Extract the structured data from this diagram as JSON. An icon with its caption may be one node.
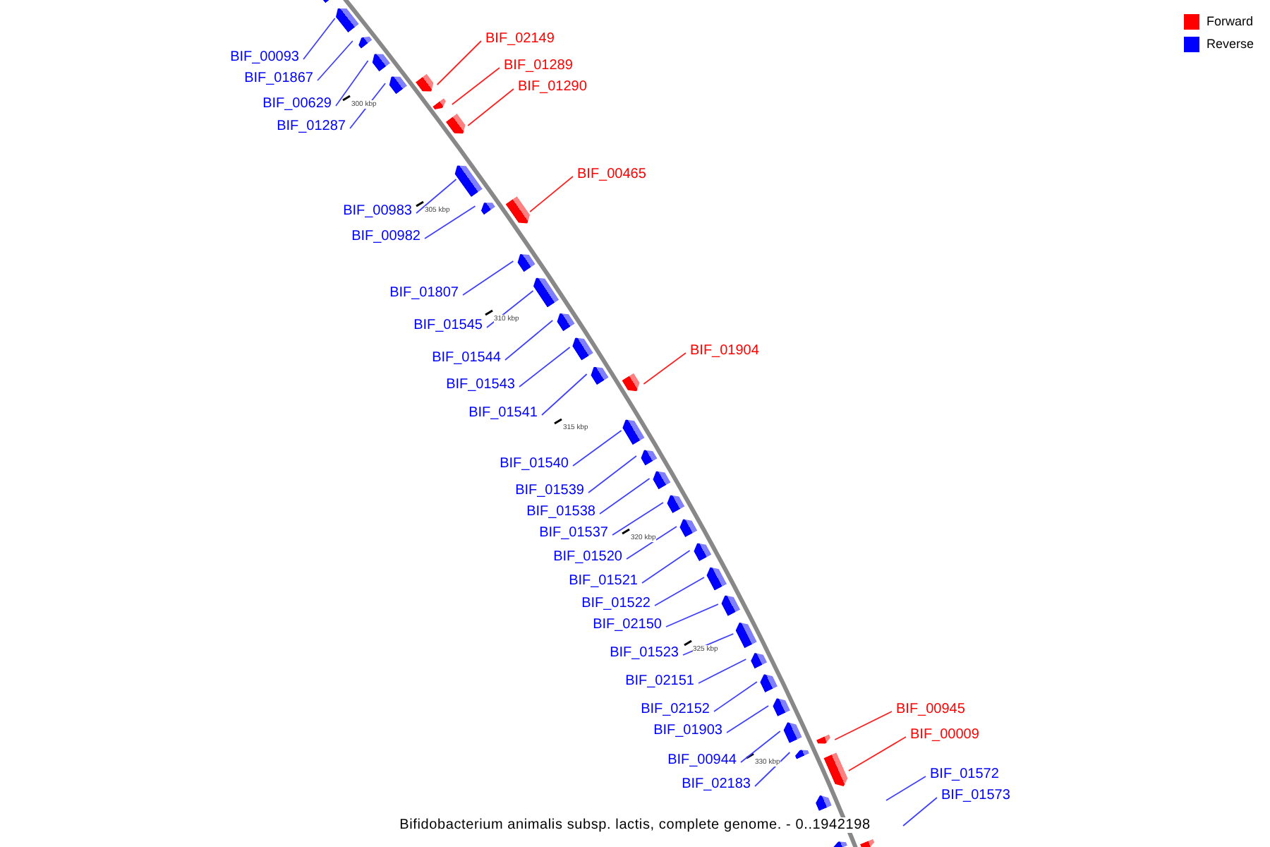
{
  "diagram": {
    "caption": "Bifidobacterium animalis subsp. lactis, complete genome. - 0..1942198",
    "nodes": [
      {
        "text": [
          "BIF_02149"
        ]
      },
      {
        "text": [],
        "shape": "bar"
      },
      {
        "text": [
          "BIF_00093"
        ]
      },
      {
        "text": [],
        "shape": "bar"
      },
      {
        "text": [
          "BIF_01289"
        ]
      },
      {
        "text": [],
        "shape": "bar"
      },
      {
        "text": [
          "BIF_01867"
        ]
      },
      {
        "text": [],
        "shape": "bar"
      },
      {
        "text": [
          "BIF_01290"
        ]
      },
      {
        "text": [],
        "shape": "bar"
      },
      {
        "text": [
          "BIF_00629"
        ]
      },
      {
        "text": [],
        "shape": "bar"
      },
      {
        "text": [
          "BIF_01287"
        ]
      },
      {
        "text": [],
        "shape": "bar"
      },
      {
        "text": [
          "BIF_00465"
        ]
      },
      {
        "text": [],
        "shape": "bar"
      },
      {
        "text": [
          "BIF_00983"
        ]
      },
      {
        "text": [],
        "shape": "bar"
      },
      {
        "text": [
          "BIF_00982"
        ]
      },
      {
        "text": [],
        "shape": "bar"
      },
      {
        "text": [
          "BIF_01807"
        ]
      },
      {
        "text": [],
        "shape": "bar"
      },
      {
        "text": [
          "BIF_01545"
        ]
      },
      {
        "text": [],
        "shape": "bar"
      },
      {
        "text": [
          "BIF_01904"
        ]
      },
      {
        "text": [],
        "shape": "bar"
      },
      {
        "text": [
          "BIF_01544"
        ]
      },
      {
        "text": [],
        "shape": "bar"
      },
      {
        "text": [
          "BIF_01543"
        ]
      },
      {
        "text": [],
        "shape": "bar"
      },
      {
        "text": [
          "BIF_01541"
        ]
      },
      {
        "text": [],
        "shape": "bar"
      },
      {
        "text": [
          "BIF_01540"
        ]
      },
      {
        "text": [],
        "shape": "bar"
      },
      {
        "text": [
          "BIF_01539"
        ]
      },
      {
        "text": [],
        "shape": "bar"
      },
      {
        "text": [
          "BIF_01538"
        ]
      },
      {
        "text": [],
        "shape": "bar"
      },
      {
        "text": [
          "BIF_01537"
        ]
      },
      {
        "text": [],
        "shape": "bar"
      },
      {
        "text": [
          "BIF_01520"
        ]
      },
      {
        "text": [],
        "shape": "bar"
      },
      {
        "text": [
          "BIF_01521"
        ]
      },
      {
        "text": [],
        "shape": "bar"
      },
      {
        "text": [
          "BIF_01522"
        ]
      },
      {
        "text": [],
        "shape": "bar"
      },
      {
        "text": [
          "BIF_02150"
        ]
      },
      {
        "text": [],
        "shape": "bar"
      },
      {
        "text": [
          "BIF_01523"
        ]
      },
      {
        "text": [],
        "shape": "bar"
      },
      {
        "text": [
          "BIF_02151"
        ]
      },
      {
        "text": [],
        "shape": "bar"
      },
      {
        "text": [
          "BIF_02152"
        ]
      },
      {
        "text": [],
        "shape": "bar"
      },
      {
        "text": [
          "BIF_00945"
        ]
      },
      {
        "text": [],
        "shape": "bar"
      },
      {
        "text": [
          "BIF_01903"
        ]
      },
      {
        "text": [],
        "shape": "bar"
      },
      {
        "text": [
          "BIF_00009"
        ]
      },
      {
        "text": [],
        "shape": "bar"
      },
      {
        "text": [
          "BIF_00944"
        ]
      },
      {
        "text": [],
        "shape": "bar"
      },
      {
        "text": [
          "BIF_01572"
        ]
      },
      {
        "text": [
          "BIF_02183"
        ]
      },
      {
        "text": [],
        "shape": "bar"
      },
      {
        "text": [
          "BIF_01573"
        ]
      },
      {
        "text": [],
        "shape": "bar"
      },
      {
        "text": [],
        "shape": "bar"
      },
      {
        "text": [],
        "shape": "bar"
      },
      {
        "text": [],
        "shape": "bar"
      }
    ],
    "edges": [
      {
        "from": 0,
        "to": 1,
        "arrow": "none",
        "color": "#ff2020"
      },
      {
        "from": 2,
        "to": 3,
        "arrow": "none"
      },
      {
        "from": 4,
        "to": 5,
        "arrow": "none",
        "color": "#ff2020"
      },
      {
        "from": 6,
        "to": 7,
        "arrow": "none"
      },
      {
        "from": 8,
        "to": 9,
        "arrow": "none",
        "color": "#ff2020"
      },
      {
        "from": 10,
        "to": 11,
        "arrow": "none"
      },
      {
        "from": 12,
        "to": 13,
        "arrow": "none"
      },
      {
        "from": 14,
        "to": 15,
        "arrow": "none",
        "color": "#ff2020"
      },
      {
        "from": 16,
        "to": 17,
        "arrow": "none"
      },
      {
        "from": 18,
        "to": 19,
        "arrow": "none"
      },
      {
        "from": 20,
        "to": 21,
        "arrow": "none"
      },
      {
        "from": 22,
        "to": 23,
        "arrow": "none"
      },
      {
        "from": 24,
        "to": 25,
        "arrow": "none",
        "color": "#ff2020"
      },
      {
        "from": 26,
        "to": 27,
        "arrow": "none"
      },
      {
        "from": 28,
        "to": 29,
        "arrow": "none"
      },
      {
        "from": 30,
        "to": 31,
        "arrow": "none"
      },
      {
        "from": 32,
        "to": 33,
        "arrow": "none"
      },
      {
        "from": 34,
        "to": 35,
        "arrow": "none"
      },
      {
        "from": 36,
        "to": 37,
        "arrow": "none"
      },
      {
        "from": 38,
        "to": 39,
        "arrow": "none"
      },
      {
        "from": 40,
        "to": 41,
        "arrow": "none"
      },
      {
        "from": 42,
        "to": 43,
        "arrow": "none"
      },
      {
        "from": 44,
        "to": 45,
        "arrow": "none"
      },
      {
        "from": 46,
        "to": 47,
        "arrow": "none"
      },
      {
        "from": 48,
        "to": 49,
        "arrow": "none"
      },
      {
        "from": 50,
        "to": 51,
        "arrow": "none"
      },
      {
        "from": 52,
        "to": 53,
        "arrow": "none"
      },
      {
        "from": 54,
        "to": 55,
        "arrow": "none",
        "color": "#ff2020"
      },
      {
        "from": 56,
        "to": 57,
        "arrow": "none"
      },
      {
        "from": 58,
        "to": 59,
        "arrow": "none",
        "color": "#ff2020"
      },
      {
        "from": 60,
        "to": 61,
        "arrow": "none"
      },
      {
        "from": 62,
        "to": null,
        "arrow": "none"
      },
      {
        "from": 63,
        "to": 64,
        "arrow": "none"
      },
      {
        "from": 65,
        "to": null,
        "arrow": "none"
      }
    ],
    "labels": [
      "300 kbp",
      "305 kbp",
      "310 kbp",
      "315 kbp",
      "320 kbp",
      "325 kbp",
      "330 kbp"
    ],
    "legend": [
      {
        "text": "Forward",
        "color": "#ff0000"
      },
      {
        "text": "Reverse",
        "color": "#0000ff"
      }
    ]
  }
}
